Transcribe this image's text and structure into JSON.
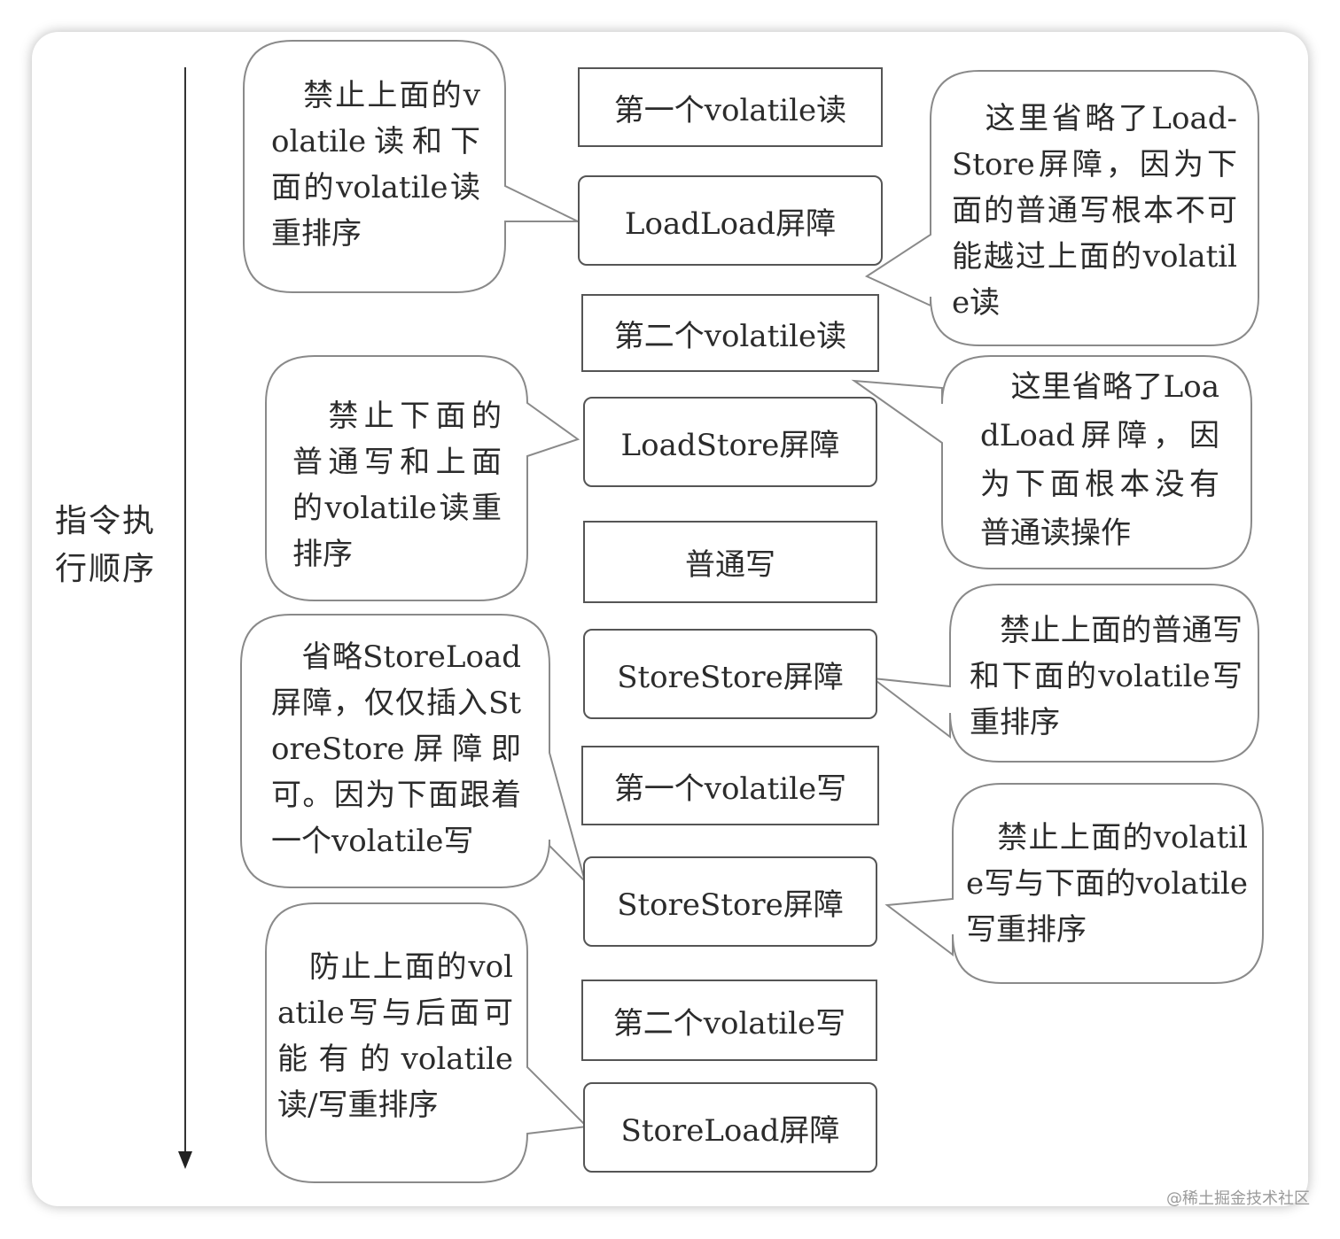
{
  "diagram": {
    "side_label": "指令执行顺序",
    "boxes": [
      "第一个volatile读",
      "LoadLoad屏障",
      "第二个volatile读",
      "LoadStore屏障",
      "普通写",
      "StoreStore屏障",
      "第一个volatile写",
      "StoreStore屏障",
      "第二个volatile写",
      "StoreLoad屏障"
    ],
    "bubbles": [
      "　禁止上面的volatile读和下面的volatile读重排序",
      "　禁止下面的普通写和上面的volatile读重排序",
      "　省略StoreLoad屏障，仅仅插入StoreStore屏障即可。因为下面跟着一个volatile写",
      "　防止上面的volatile写与后面可能有的volatile读/写重排序",
      "　这里省略了Load-Store屏障，因为下面的普通写根本不可能越过上面的volatile读",
      "　这里省略了LoadLoad屏障，因为下面根本没有普通读操作",
      "　禁止上面的普通写和下面的volatile写重排序",
      "　禁止上面的volatile写与下面的volatile写重排序"
    ]
  },
  "watermark": "@稀土掘金技术社区",
  "colors": {
    "stroke": "#555555",
    "bubble_stroke": "#8a8a8a",
    "text": "#2b2b2b"
  }
}
